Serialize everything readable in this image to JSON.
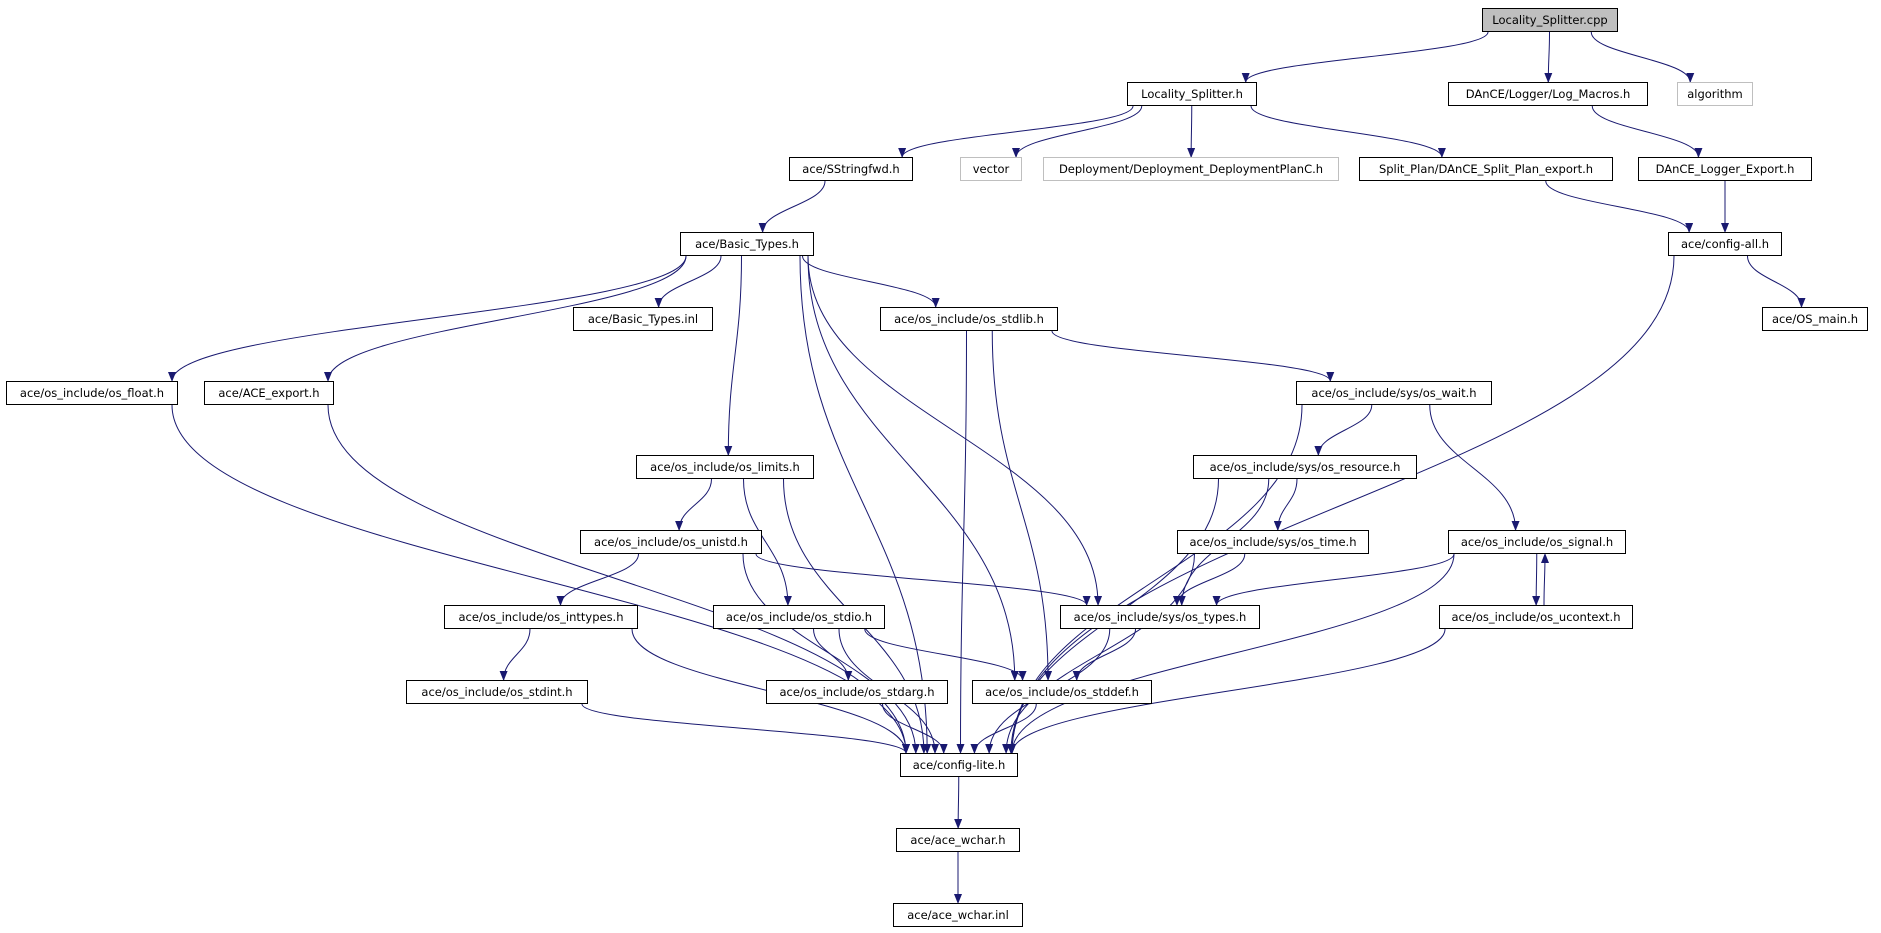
{
  "colors": {
    "edge": "#191970",
    "node_border": "#000000",
    "ext_border": "#bfbfbf",
    "root_fill": "#bfbfbf",
    "background": "#ffffff"
  },
  "nodes": {
    "locality_splitter_cpp": "Locality_Splitter.cpp",
    "locality_splitter_h": "Locality_Splitter.h",
    "log_macros_h": "DAnCE/Logger/Log_Macros.h",
    "algorithm": "algorithm",
    "sstringfwd_h": "ace/SStringfwd.h",
    "vector": "vector",
    "deployment_plan_h": "Deployment/Deployment_DeploymentPlanC.h",
    "split_plan_export_h": "Split_Plan/DAnCE_Split_Plan_export.h",
    "logger_export_h": "DAnCE_Logger_Export.h",
    "basic_types_h": "ace/Basic_Types.h",
    "config_all_h": "ace/config-all.h",
    "basic_types_inl": "ace/Basic_Types.inl",
    "os_stdlib_h": "ace/os_include/os_stdlib.h",
    "os_main_h": "ace/OS_main.h",
    "os_float_h": "ace/os_include/os_float.h",
    "ace_export_h": "ace/ACE_export.h",
    "os_wait_h": "ace/os_include/sys/os_wait.h",
    "os_limits_h": "ace/os_include/os_limits.h",
    "os_resource_h": "ace/os_include/sys/os_resource.h",
    "os_unistd_h": "ace/os_include/os_unistd.h",
    "os_time_h": "ace/os_include/sys/os_time.h",
    "os_signal_h": "ace/os_include/os_signal.h",
    "os_inttypes_h": "ace/os_include/os_inttypes.h",
    "os_stdio_h": "ace/os_include/os_stdio.h",
    "os_types_h": "ace/os_include/sys/os_types.h",
    "os_ucontext_h": "ace/os_include/os_ucontext.h",
    "os_stdint_h": "ace/os_include/os_stdint.h",
    "os_stdarg_h": "ace/os_include/os_stdarg.h",
    "os_stddef_h": "ace/os_include/os_stddef.h",
    "config_lite_h": "ace/config-lite.h",
    "ace_wchar_h": "ace/ace_wchar.h",
    "ace_wchar_inl": "ace/ace_wchar.inl"
  },
  "edges": [
    [
      "locality_splitter_cpp",
      "locality_splitter_h"
    ],
    [
      "locality_splitter_cpp",
      "log_macros_h"
    ],
    [
      "locality_splitter_cpp",
      "algorithm"
    ],
    [
      "locality_splitter_h",
      "sstringfwd_h"
    ],
    [
      "locality_splitter_h",
      "vector"
    ],
    [
      "locality_splitter_h",
      "deployment_plan_h"
    ],
    [
      "locality_splitter_h",
      "split_plan_export_h"
    ],
    [
      "log_macros_h",
      "logger_export_h"
    ],
    [
      "sstringfwd_h",
      "basic_types_h"
    ],
    [
      "split_plan_export_h",
      "config_all_h"
    ],
    [
      "logger_export_h",
      "config_all_h"
    ],
    [
      "config_all_h",
      "os_main_h"
    ],
    [
      "config_all_h",
      "config_lite_h"
    ],
    [
      "basic_types_h",
      "basic_types_inl"
    ],
    [
      "basic_types_h",
      "os_stdlib_h"
    ],
    [
      "basic_types_h",
      "os_float_h"
    ],
    [
      "basic_types_h",
      "ace_export_h"
    ],
    [
      "basic_types_h",
      "os_limits_h"
    ],
    [
      "basic_types_h",
      "os_stddef_h"
    ],
    [
      "basic_types_h",
      "os_types_h"
    ],
    [
      "basic_types_h",
      "config_lite_h"
    ],
    [
      "os_stdlib_h",
      "os_wait_h"
    ],
    [
      "os_stdlib_h",
      "os_stddef_h"
    ],
    [
      "os_stdlib_h",
      "config_lite_h"
    ],
    [
      "os_float_h",
      "config_lite_h"
    ],
    [
      "ace_export_h",
      "config_lite_h"
    ],
    [
      "os_wait_h",
      "os_resource_h"
    ],
    [
      "os_wait_h",
      "os_signal_h"
    ],
    [
      "os_wait_h",
      "config_lite_h"
    ],
    [
      "os_limits_h",
      "os_unistd_h"
    ],
    [
      "os_limits_h",
      "os_stdio_h"
    ],
    [
      "os_limits_h",
      "config_lite_h"
    ],
    [
      "os_resource_h",
      "os_time_h"
    ],
    [
      "os_resource_h",
      "os_types_h"
    ],
    [
      "os_resource_h",
      "config_lite_h"
    ],
    [
      "os_unistd_h",
      "os_inttypes_h"
    ],
    [
      "os_unistd_h",
      "os_types_h"
    ],
    [
      "os_unistd_h",
      "config_lite_h"
    ],
    [
      "os_time_h",
      "os_types_h"
    ],
    [
      "os_time_h",
      "config_lite_h"
    ],
    [
      "os_signal_h",
      "os_types_h"
    ],
    [
      "os_signal_h",
      "os_ucontext_h"
    ],
    [
      "os_signal_h",
      "config_lite_h"
    ],
    [
      "os_ucontext_h",
      "os_signal_h"
    ],
    [
      "os_ucontext_h",
      "config_lite_h"
    ],
    [
      "os_inttypes_h",
      "os_stdint_h"
    ],
    [
      "os_inttypes_h",
      "config_lite_h"
    ],
    [
      "os_stdio_h",
      "os_stdarg_h"
    ],
    [
      "os_stdio_h",
      "os_stddef_h"
    ],
    [
      "os_stdio_h",
      "config_lite_h"
    ],
    [
      "os_types_h",
      "os_stddef_h"
    ],
    [
      "os_types_h",
      "config_lite_h"
    ],
    [
      "os_stdint_h",
      "config_lite_h"
    ],
    [
      "os_stdarg_h",
      "config_lite_h"
    ],
    [
      "os_stddef_h",
      "config_lite_h"
    ],
    [
      "config_lite_h",
      "ace_wchar_h"
    ],
    [
      "ace_wchar_h",
      "ace_wchar_inl"
    ]
  ]
}
